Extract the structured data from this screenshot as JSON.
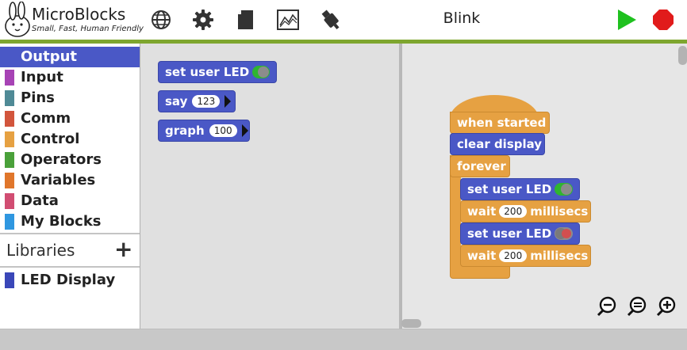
{
  "app": {
    "name": "MicroBlocks",
    "tagline": "Small, Fast, Human Friendly"
  },
  "toolbar": {
    "icons": [
      "globe-icon",
      "gear-icon",
      "file-icon",
      "graph-icon",
      "usb-icon"
    ],
    "project_title": "Blink"
  },
  "categories": [
    {
      "label": "Output",
      "color": "#4a58c6",
      "selected": true
    },
    {
      "label": "Input",
      "color": "#a743b5"
    },
    {
      "label": "Pins",
      "color": "#4f8a96"
    },
    {
      "label": "Comm",
      "color": "#d2553c"
    },
    {
      "label": "Control",
      "color": "#e6a142"
    },
    {
      "label": "Operators",
      "color": "#4aa13a"
    },
    {
      "label": "Variables",
      "color": "#e0762b"
    },
    {
      "label": "Data",
      "color": "#d14d72"
    },
    {
      "label": "My Blocks",
      "color": "#2f97e0"
    }
  ],
  "libraries": {
    "label": "Libraries",
    "add_label": "+",
    "items": [
      {
        "label": "LED Display",
        "color": "#3a47b8"
      }
    ]
  },
  "palette": {
    "set_user_led": "set user LED",
    "say": "say",
    "say_value": "123",
    "graph": "graph",
    "graph_value": "100"
  },
  "script": {
    "when_started": "when started",
    "clear_display": "clear display",
    "forever": "forever",
    "set_user_led_1": "set user LED",
    "wait_1": "wait",
    "wait_1_value": "200",
    "wait_1_unit": "millisecs",
    "set_user_led_2": "set user LED",
    "wait_2": "wait",
    "wait_2_value": "200",
    "wait_2_unit": "millisecs"
  },
  "colors": {
    "accent_bar": "#7ea62f",
    "start": "#1fc11f",
    "stop": "#e11b1b"
  }
}
